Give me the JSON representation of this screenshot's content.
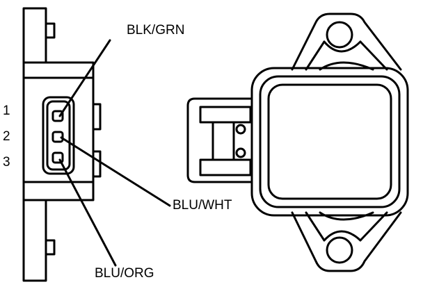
{
  "pins": [
    {
      "number": "1"
    },
    {
      "number": "2"
    },
    {
      "number": "3"
    }
  ],
  "wires": [
    {
      "label": "BLK/GRN"
    },
    {
      "label": "BLU/WHT"
    },
    {
      "label": "BLU/ORG"
    }
  ],
  "colors": {
    "ink": "#000000",
    "paper": "#ffffff"
  }
}
